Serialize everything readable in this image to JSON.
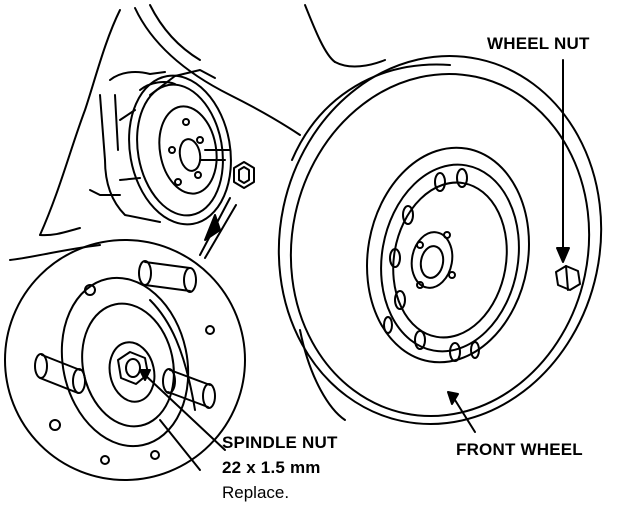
{
  "diagram": {
    "labels": {
      "wheel_nut": "WHEEL NUT",
      "front_wheel": "FRONT WHEEL",
      "spindle_nut": "SPINDLE NUT",
      "spindle_nut_size": "22 x 1.5 mm",
      "spindle_nut_note": "Replace."
    },
    "colors": {
      "ink": "#000000",
      "paper": "#ffffff"
    },
    "parts": [
      "tire",
      "wheel-rim",
      "brake-disc",
      "hub-assembly",
      "wheel-studs",
      "spindle-nut",
      "wheel-nut",
      "detail-callout-circle"
    ]
  }
}
